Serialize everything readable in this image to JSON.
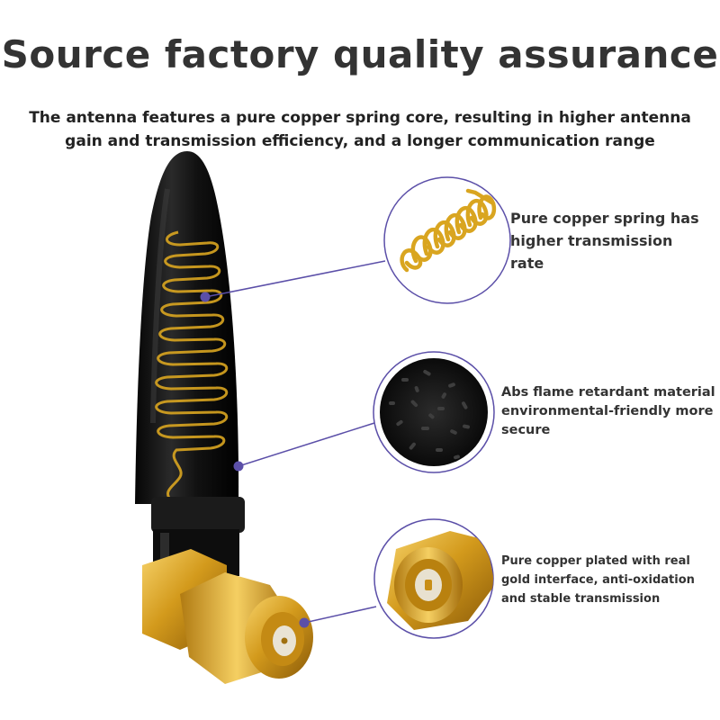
{
  "header": {
    "title": "Source factory quality assurance",
    "subtitle": "The antenna features a pure copper spring core, resulting in higher antenna gain and transmission efficiency, and a longer communication range"
  },
  "callouts": [
    {
      "icon": "copper-spring-icon",
      "text": "Pure copper spring has higher transmission rate"
    },
    {
      "icon": "abs-pellets-icon",
      "text": "Abs flame retardant material environmental-friendly more secure"
    },
    {
      "icon": "sma-connector-icon",
      "text": "Pure copper plated with real gold interface, anti-oxidation and stable transmission"
    }
  ],
  "colors": {
    "accent_purple": "#5b4fa8",
    "gold": "#d9a520",
    "antenna_black": "#141414",
    "text_dark": "#333333"
  }
}
